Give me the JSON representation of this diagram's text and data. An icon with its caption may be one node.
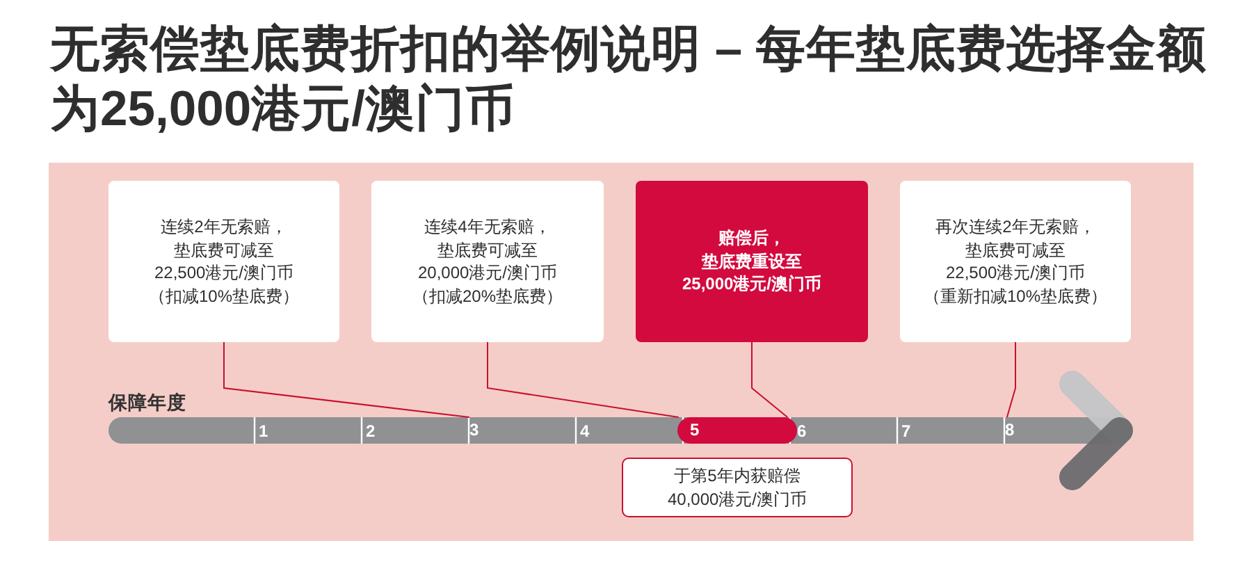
{
  "diagram": {
    "title": "无索偿垫底费折扣的举例说明 – 每年垫底费选择金额为25,000港元/澳门币",
    "nodes": [
      {
        "text": [
          "连续2年无索赔，垫底费可减至22,500港元/澳门币（扣减10%垫底费）"
        ]
      },
      {
        "text": [
          "连续4年无索赔，垫底费可减至20,000港元/澳门币（扣减20%垫底费）"
        ]
      },
      {
        "text": [
          "赔偿后，垫底费重设至25,000港元/澳门币"
        ]
      },
      {
        "text": [
          "再次连续2年无索赔，垫底费可减至22,500港元/澳门币（重新扣减10%垫底费）"
        ]
      },
      {
        "text": [
          "3"
        ]
      },
      {
        "text": [
          "5"
        ]
      },
      {
        "text": [
          "8"
        ]
      },
      {
        "text": [
          "于第5年内获赔偿40,000港元/澳门币"
        ]
      }
    ],
    "edges": [
      {
        "from": 0,
        "to": 4,
        "arrow": "none"
      },
      {
        "from": 1,
        "to": 5,
        "arrow": "none"
      },
      {
        "from": 2,
        "to": 5,
        "arrow": "none"
      },
      {
        "from": 3,
        "to": 6,
        "arrow": "none"
      }
    ],
    "labels": [
      "保障年度",
      "1",
      "2",
      "4",
      "6",
      "7"
    ]
  }
}
